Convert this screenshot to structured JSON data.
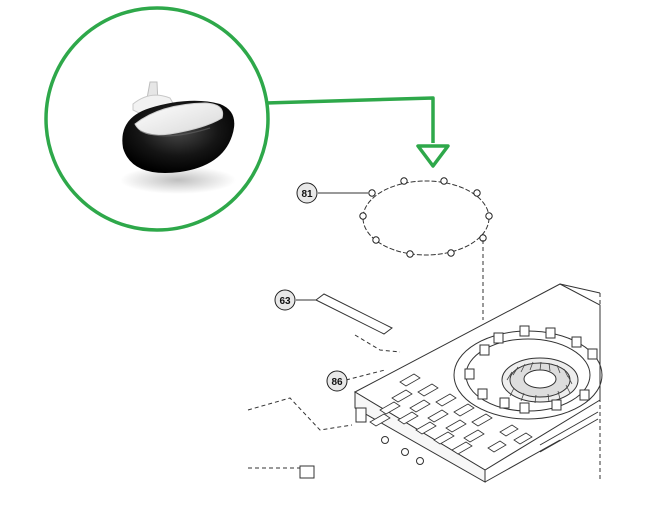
{
  "callouts": [
    {
      "label": "81",
      "part": "foot-ring"
    },
    {
      "label": "63",
      "part": "strip"
    },
    {
      "label": "86",
      "part": "housing"
    }
  ],
  "colors": {
    "highlight": "#2ea84a",
    "line": "#333333",
    "background": "#ffffff",
    "rubber": "#111111"
  },
  "icons": {
    "pointer": "triangle-down-icon",
    "magnifier": "circle-lens"
  }
}
